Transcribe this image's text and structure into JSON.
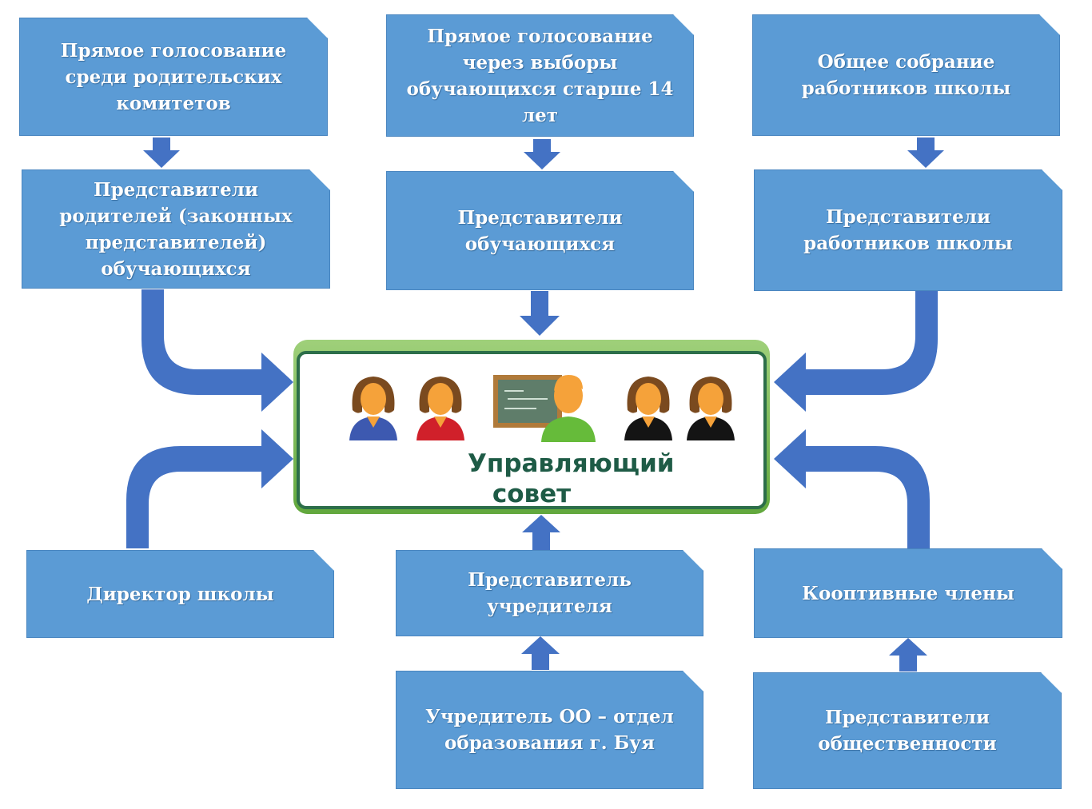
{
  "boxes": {
    "parents_vote": "Прямое голосование среди родительских комитетов",
    "students_vote": "Прямое голосование через выборы обучающихся старше 14 лет",
    "staff_meeting": "Общее собрание работников школы",
    "parents_reps": "Представители родителей (законных представителей) обучающихся",
    "students_reps": "Представители обучающихся",
    "staff_reps": "Представители работников школы",
    "director": "Директор школы",
    "founder_rep": "Представитель учредителя",
    "coopted": "Коoптивные члены",
    "founder": "Учредитель ОО – отдел образования г. Буя",
    "public_reps": "Представители общественности"
  },
  "council": {
    "title": "Управляющий совет"
  },
  "colors": {
    "box_fill": "#5b9bd5",
    "arrow_fill": "#4472c4",
    "council_border": "#2c6e49",
    "council_title": "#1e5b46"
  }
}
